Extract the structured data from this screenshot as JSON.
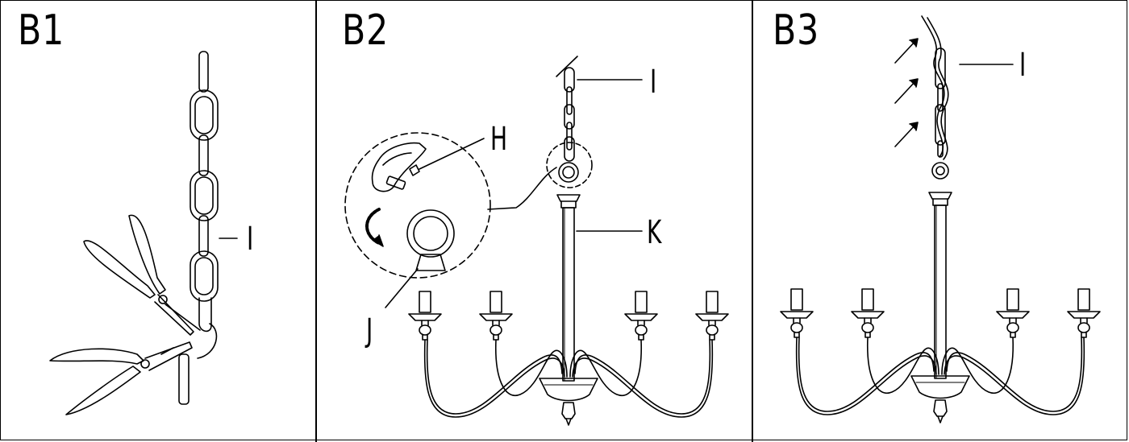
{
  "panels": [
    {
      "title": "B1",
      "callouts": {
        "chain": "I"
      }
    },
    {
      "title": "B2",
      "callouts": {
        "chain": "I",
        "link": "H",
        "loop": "J",
        "stem": "K"
      }
    },
    {
      "title": "B3",
      "callouts": {
        "chain": "I"
      }
    }
  ],
  "icons": [
    "pliers-icon",
    "chain-icon",
    "chandelier-icon",
    "rotate-arrow-icon",
    "up-arrow-icon"
  ]
}
